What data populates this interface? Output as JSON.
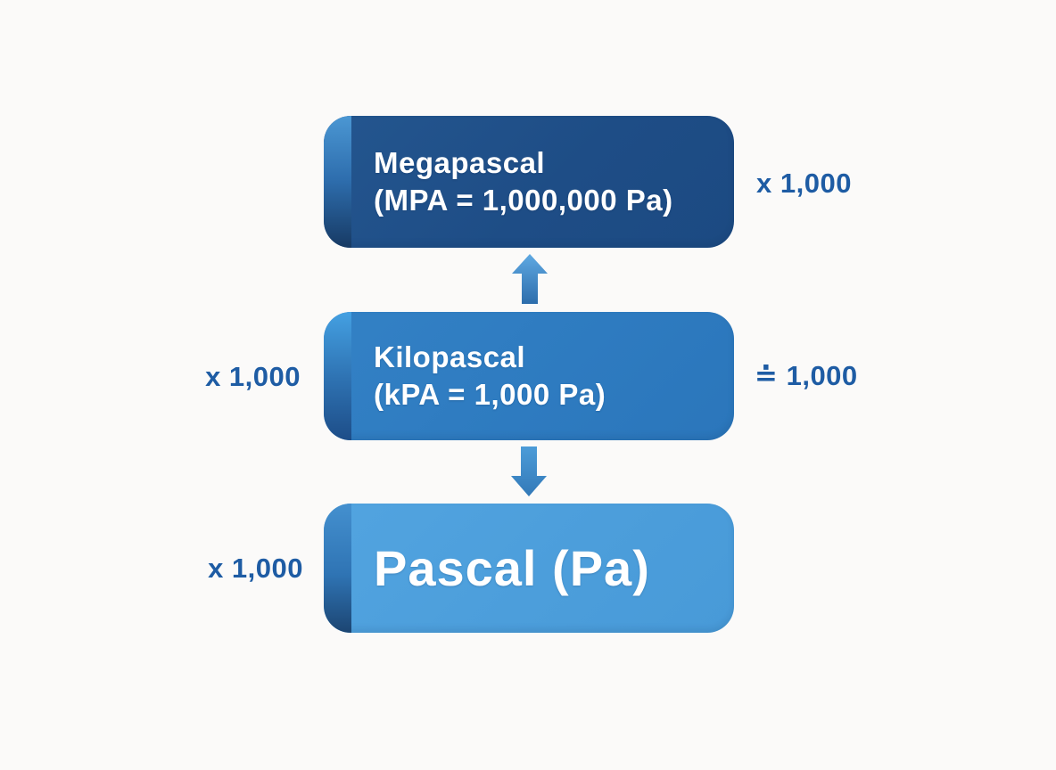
{
  "page": {
    "background": "#fbfaf9",
    "description": "Pressure unit conversion diagram"
  },
  "diagram": {
    "boxes": [
      {
        "id": "megapascal",
        "title": "Megapascal",
        "subtitle": "(MPA = 1,000,000 Pa)",
        "color": "#1e4d86"
      },
      {
        "id": "kilopascal",
        "title": "Kilopascal",
        "subtitle": "(kPA = 1,000 Pa)",
        "color": "#2e7bc0"
      },
      {
        "id": "pascal",
        "title": "Pascal (Pa)",
        "subtitle": "",
        "color": "#4c9edb"
      }
    ],
    "labels": {
      "top_right": "x 1,000",
      "middle_left": "x 1,000",
      "middle_right": "≐ 1,000",
      "bottom_left": "x 1,000"
    },
    "colors": {
      "label_text": "#1e5ca4",
      "arrow_light": "#5fa9e2",
      "arrow_dark": "#2d6dac",
      "text": "#ffffff"
    },
    "arrows": [
      {
        "name": "up-arrow",
        "direction": "up"
      },
      {
        "name": "down-arrow",
        "direction": "down"
      }
    ]
  }
}
